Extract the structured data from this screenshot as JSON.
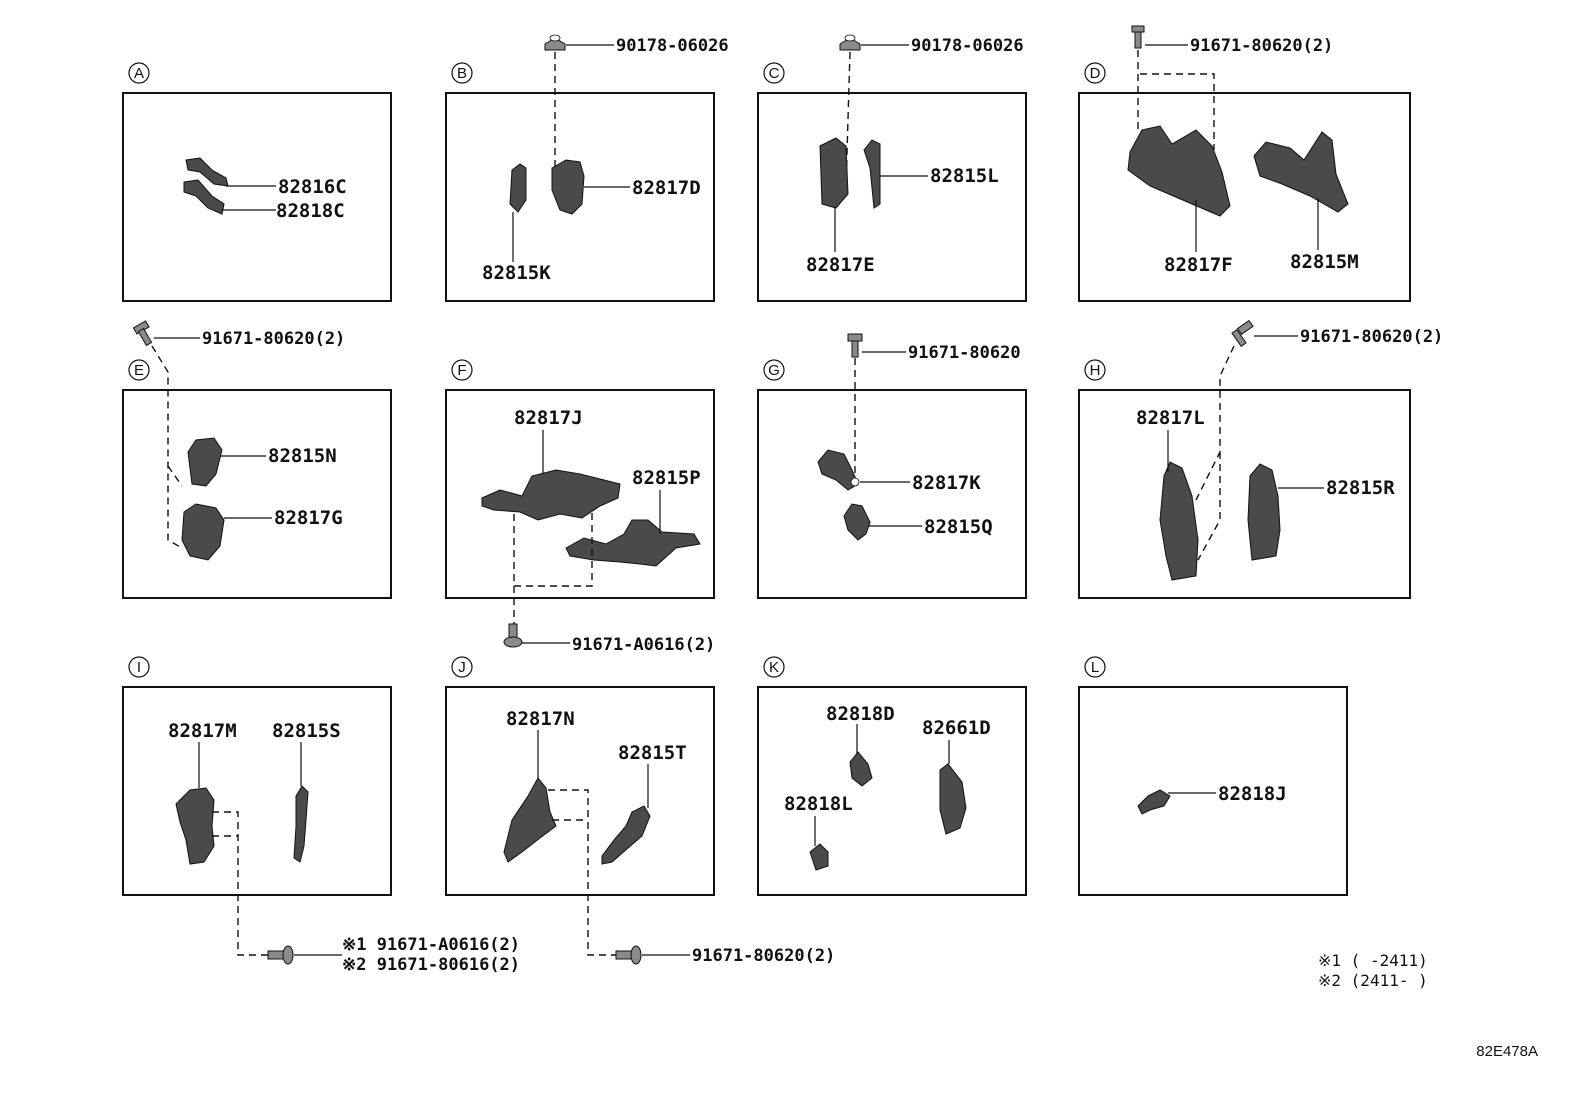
{
  "diagram_id": "82E478A",
  "panels": {
    "A": {
      "letter": "A",
      "parts": [
        "82816C",
        "82818C"
      ]
    },
    "B": {
      "letter": "B",
      "parts": [
        "82817D",
        "82815K"
      ],
      "fastener": "90178-06026"
    },
    "C": {
      "letter": "C",
      "parts": [
        "82815L",
        "82817E"
      ],
      "fastener": "90178-06026"
    },
    "D": {
      "letter": "D",
      "parts": [
        "82817F",
        "82815M"
      ],
      "fastener": "91671-80620(2)"
    },
    "E": {
      "letter": "E",
      "parts": [
        "82815N",
        "82817G"
      ],
      "fastener": "91671-80620(2)"
    },
    "F": {
      "letter": "F",
      "parts": [
        "82817J",
        "82815P"
      ],
      "fastener": "91671-A0616(2)"
    },
    "G": {
      "letter": "G",
      "parts": [
        "82817K",
        "82815Q"
      ],
      "fastener": "91671-80620"
    },
    "H": {
      "letter": "H",
      "parts": [
        "82817L",
        "82815R"
      ],
      "fastener": "91671-80620(2)"
    },
    "I": {
      "letter": "I",
      "parts": [
        "82817M",
        "82815S"
      ],
      "fastener_1": "※1 91671-A0616(2)",
      "fastener_2": "※2 91671-80616(2)"
    },
    "J": {
      "letter": "J",
      "parts": [
        "82817N",
        "82815T"
      ],
      "fastener": "91671-80620(2)"
    },
    "K": {
      "letter": "K",
      "parts": [
        "82818D",
        "82661D",
        "82818L"
      ]
    },
    "L": {
      "letter": "L",
      "parts": [
        "82818J"
      ]
    }
  },
  "notes": {
    "note1": "※1 (    -2411)",
    "note2": "※2 (2411-    )"
  }
}
